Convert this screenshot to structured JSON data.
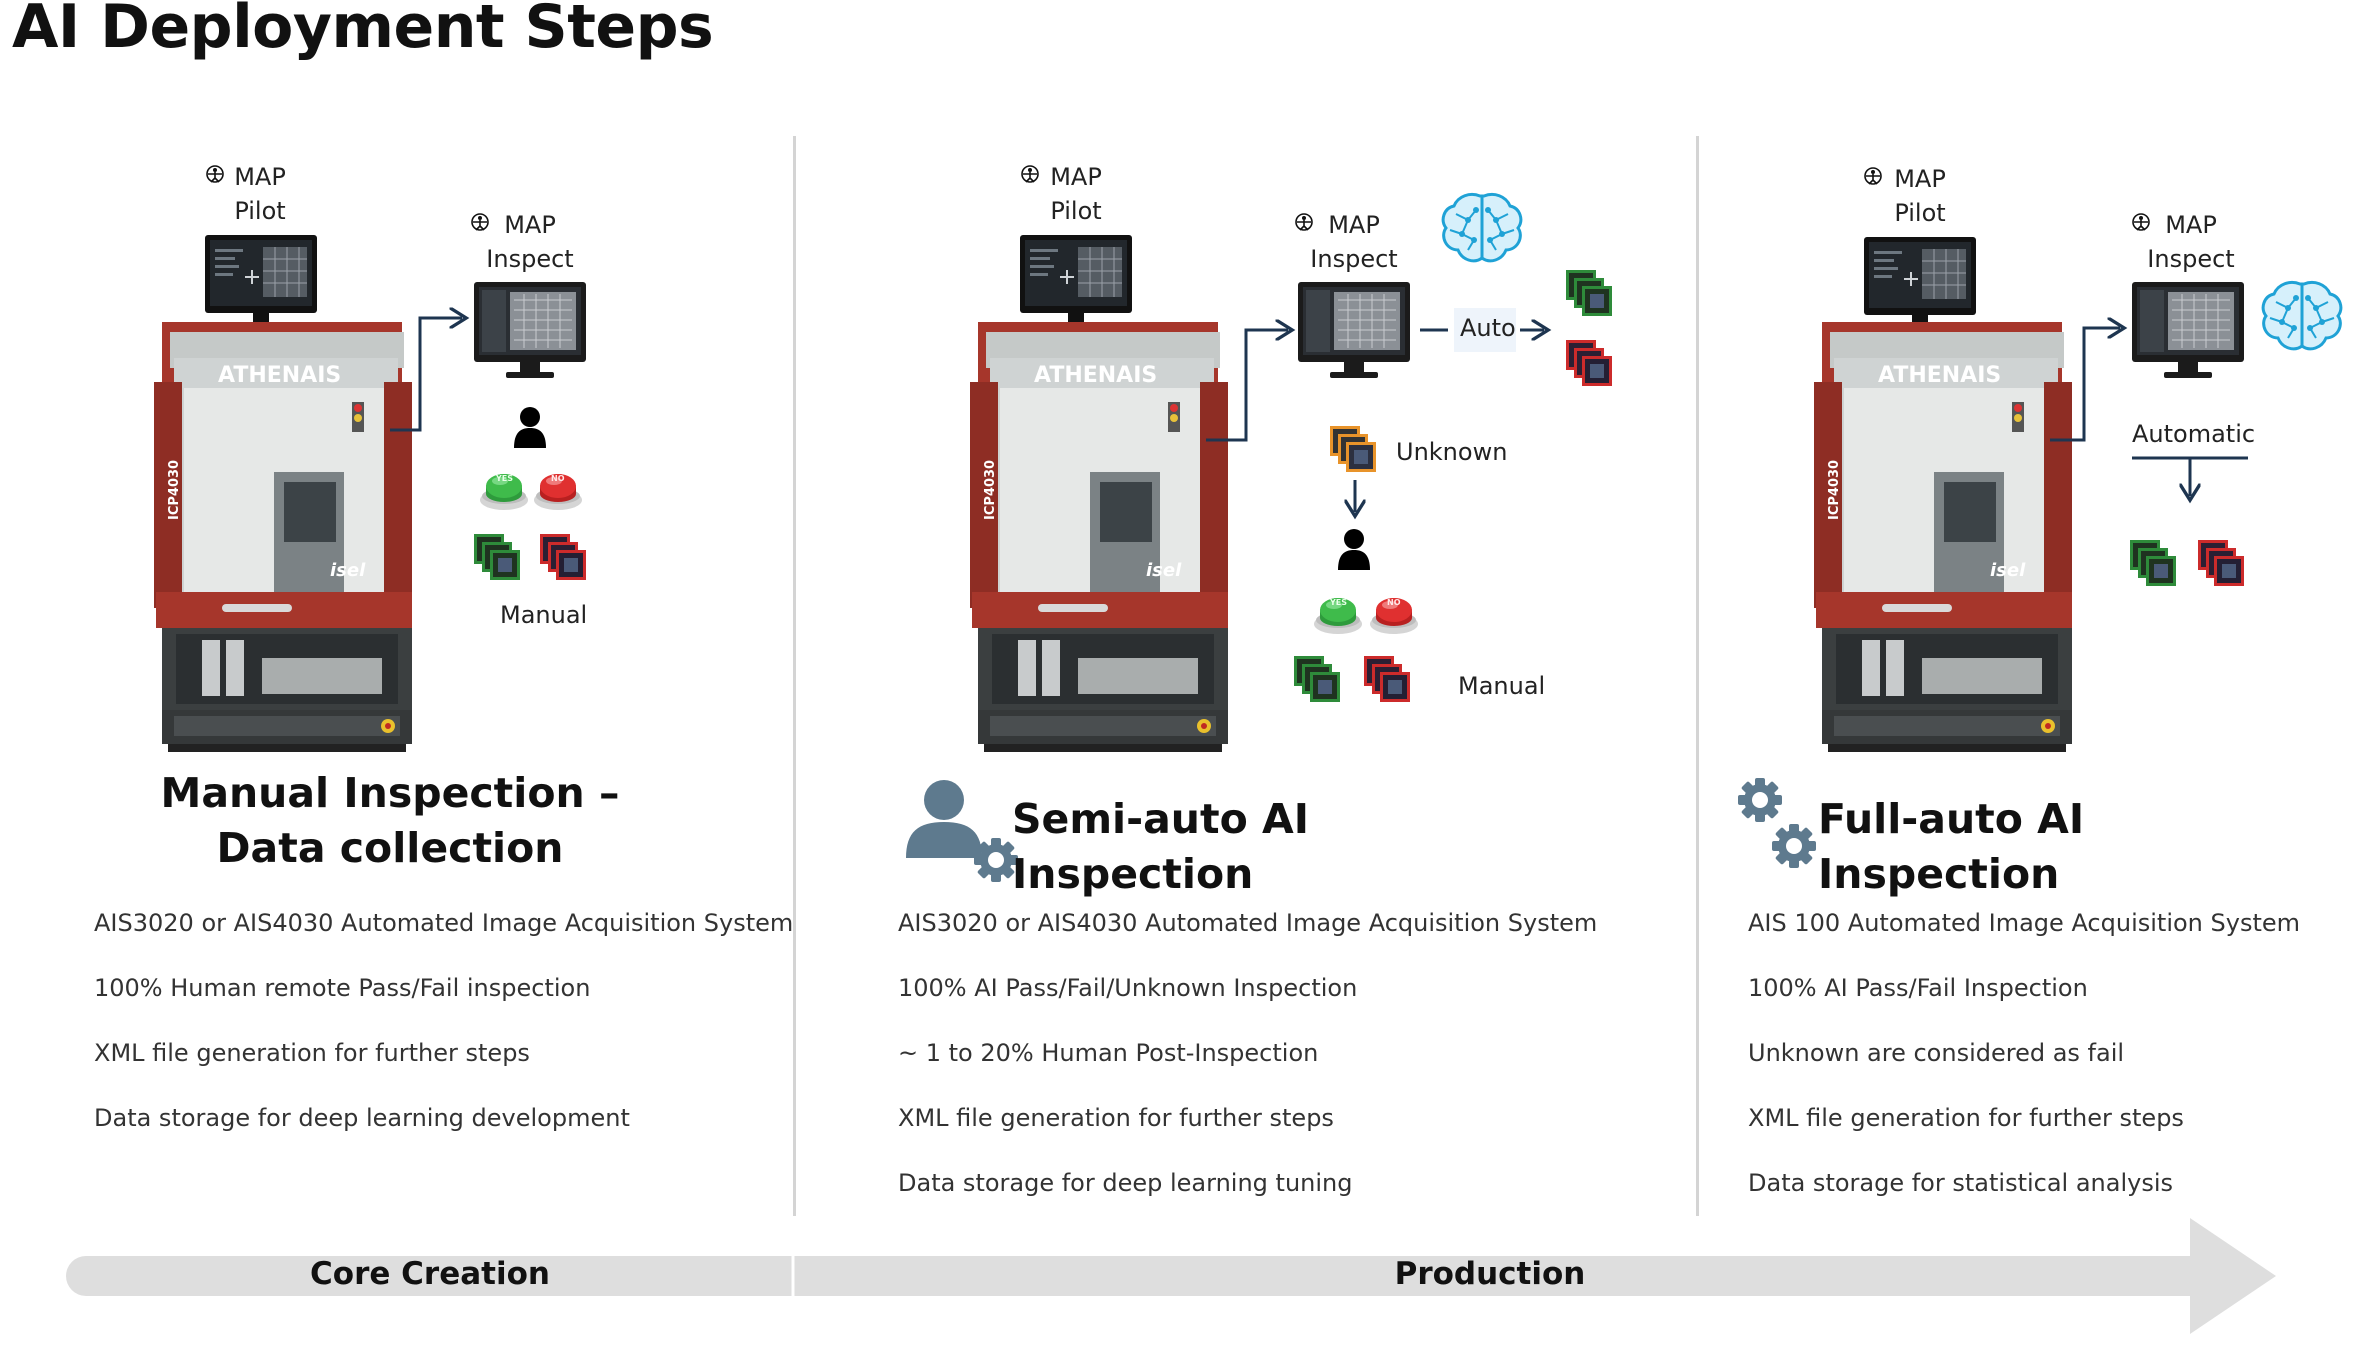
{
  "title": "AI Deployment Steps",
  "panels": [
    {
      "pilot_label": "MAP\nPilot",
      "inspect_label": "MAP\nInspect",
      "manual_label": "Manual",
      "heading": "Manual Inspection –\nData collection",
      "bullets": [
        "AIS3020 or AIS4030 Automated Image Acquisition System",
        "100% Human remote Pass/Fail inspection",
        "XML file generation for further steps",
        "Data storage for deep learning development"
      ]
    },
    {
      "pilot_label": "MAP\nPilot",
      "inspect_label": "MAP\nInspect",
      "auto_label": "Auto",
      "unknown_label": "Unknown",
      "manual_label": "Manual",
      "heading": "Semi-auto AI Inspection",
      "bullets": [
        "AIS3020 or AIS4030 Automated Image Acquisition System",
        "100% AI Pass/Fail/Unknown Inspection",
        "~ 1 to 20% Human Post-Inspection",
        "XML file generation for further steps",
        "Data storage for deep learning tuning"
      ]
    },
    {
      "pilot_label": "MAP\nPilot",
      "inspect_label": "MAP\nInspect",
      "automatic_label": "Automatic",
      "heading": "Full-auto AI Inspection",
      "bullets": [
        "AIS 100 Automated Image Acquisition System",
        "100% AI Pass/Fail Inspection",
        "Unknown are considered as fail",
        "XML file generation for further steps",
        "Data storage for statistical analysis"
      ]
    }
  ],
  "machine_text": {
    "brand": "ATHENAIS",
    "model": "ICP4030",
    "maker": "isel"
  },
  "button_text": {
    "yes": "YES",
    "no": "NO"
  },
  "timeline": {
    "stage1": "Core Creation",
    "stage2": "Production"
  },
  "colors": {
    "machine_red": "#a6362b",
    "machine_dark": "#3b3f40",
    "icon_slate": "#5e7a8e",
    "pass_green": "#2e8b3a",
    "fail_red": "#cc2b2b",
    "unknown_orange": "#e8932a",
    "ai_brain_blue": "#1fa2d6",
    "arrow_navy": "#1e3550",
    "timeline_gray": "#dedede"
  },
  "icons": [
    "vitruvian-logo-icon",
    "monitor-icon",
    "person-icon",
    "yes-button-icon",
    "no-button-icon",
    "chip-stack-icon",
    "ai-brain-icon",
    "user-icon",
    "gear-icon"
  ]
}
